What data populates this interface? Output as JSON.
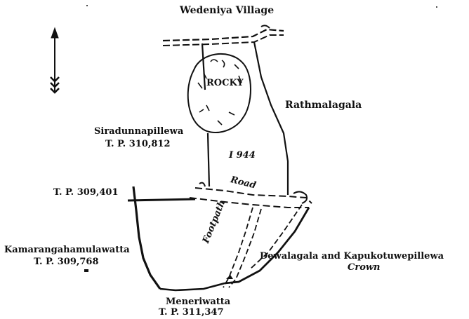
{
  "map": {
    "labels": {
      "north_village": "Wedeniya Village",
      "rock": "ROCKY",
      "east_land": "Rathmalagala",
      "west_upper_name": "Siradunnapillewa",
      "west_upper_tp": "T. P. 310,812",
      "lot": "I 944",
      "road": "Road",
      "tp_west": "T. P. 309,401",
      "west_lower_name": "Kamarangahamulawatta",
      "west_lower_tp": "T. P. 309,768",
      "footpath": "Footpath",
      "east_lower_name": "Dewalagala and Kapukotuwepillewa",
      "east_lower_note": "Crown",
      "south_name": "Meneriwatta",
      "south_tp": "T. P. 311,347"
    },
    "colors": {
      "ink": "#111111",
      "paper": "#ffffff"
    },
    "icons": {
      "north_arrow": "north-arrow-icon"
    }
  }
}
